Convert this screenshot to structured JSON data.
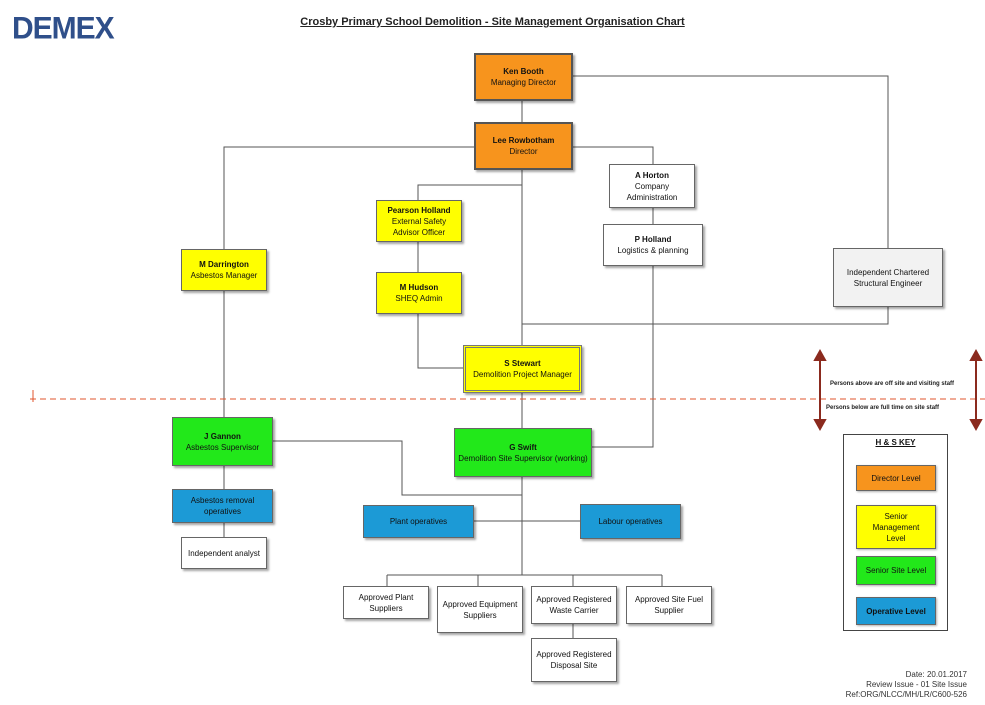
{
  "logo": "DEMEX",
  "title": "Crosby Primary School Demolition - Site Management Organisation Chart",
  "nodes": {
    "ken_booth": {
      "name": "Ken Booth",
      "role": "Managing Director"
    },
    "lee_rowbotham": {
      "name": "Lee Rowbotham",
      "role": "Director"
    },
    "a_horton": {
      "name": "A Horton",
      "role": "Company Administration"
    },
    "p_holland": {
      "name": "P Holland",
      "role": "Logistics & planning"
    },
    "pearson_holland": {
      "name": "Pearson Holland",
      "role": "External Safety Advisor Officer"
    },
    "m_hudson": {
      "name": "M Hudson",
      "role": "SHEQ Admin"
    },
    "m_darrington": {
      "name": "M Darrington",
      "role": "Asbestos Manager"
    },
    "structural_engineer": {
      "role": "Independent Chartered Structural Engineer"
    },
    "s_stewart": {
      "name": "S Stewart",
      "role": "Demolition Project Manager"
    },
    "j_gannon": {
      "name": "J Gannon",
      "role": "Asbestos Supervisor"
    },
    "g_swift": {
      "name": "G Swift",
      "role": "Demolition Site Supervisor (working)"
    },
    "asbestos_removal": {
      "role": "Asbestos removal operatives"
    },
    "independent_analyst": {
      "role": "Independent analyst"
    },
    "plant_operatives": {
      "role": "Plant operatives"
    },
    "labour_operatives": {
      "role": "Labour operatives"
    },
    "approved_plant": {
      "role": "Approved Plant Suppliers"
    },
    "approved_equipment": {
      "role": "Approved Equipment Suppliers"
    },
    "approved_waste": {
      "role": "Approved Registered Waste Carrier"
    },
    "approved_fuel": {
      "role": "Approved Site Fuel Supplier"
    },
    "approved_disposal": {
      "role": "Approved Registered Disposal Site"
    }
  },
  "notes": {
    "above": "Persons above are off site and visiting staff",
    "below": "Persons below are full time on site staff"
  },
  "key": {
    "title": "H & S KEY",
    "director": "Director Level",
    "senior_mgmt": "Senior Management Level",
    "senior_site": "Senior Site Level",
    "operative": "Operative Level"
  },
  "colors": {
    "director": "#f7941d",
    "senior_management": "#ffff00",
    "senior_site": "#22e81a",
    "operative": "#1c9ad6",
    "divider": "#e0542e",
    "arrows": "#8b2a1e"
  },
  "footer": {
    "date": "Date: 20.01.2017",
    "review": "Review Issue - 01 Site Issue",
    "ref": "Ref:ORG/NLCC/MH/LR/C600-526"
  }
}
